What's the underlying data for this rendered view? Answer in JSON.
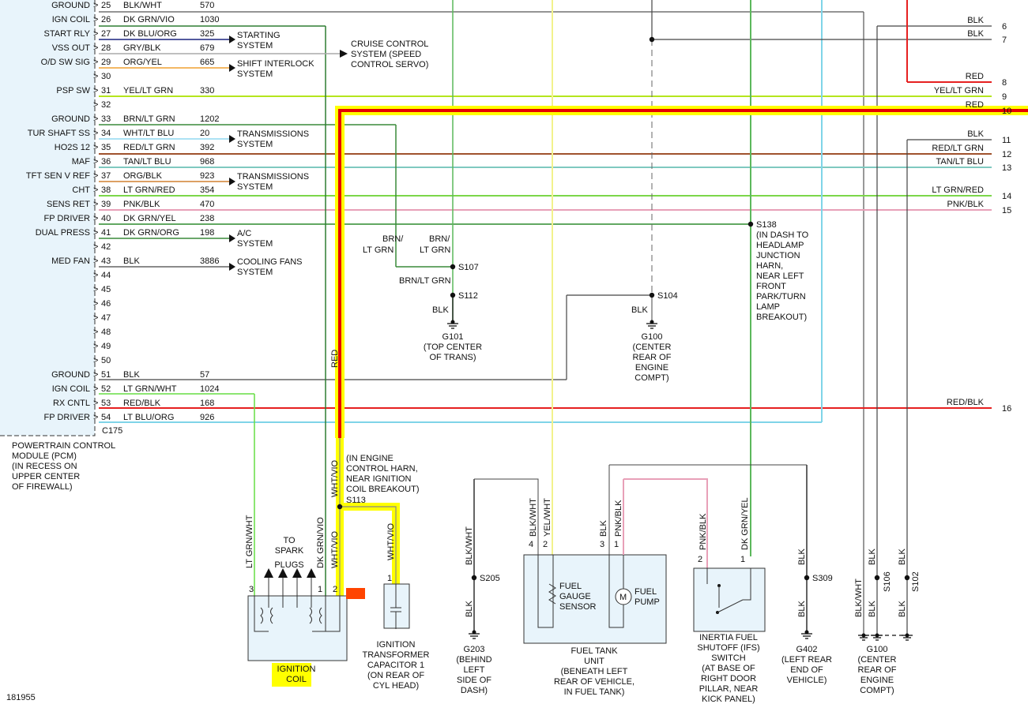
{
  "pcm": {
    "label_lines": [
      "POWERTRAIN CONTROL",
      "MODULE (PCM)",
      "(IN RECESS ON",
      "UPPER CENTER",
      "OF FIREWALL)"
    ],
    "connector": "C175",
    "pins": [
      {
        "pin": "25",
        "signal": "GROUND",
        "wire": "BLK/WHT",
        "circuit": "570"
      },
      {
        "pin": "26",
        "signal": "IGN COIL",
        "wire": "DK GRN/VIO",
        "circuit": "1030"
      },
      {
        "pin": "27",
        "signal": "START RLY",
        "wire": "DK BLU/ORG",
        "circuit": "325"
      },
      {
        "pin": "28",
        "signal": "VSS OUT",
        "wire": "GRY/BLK",
        "circuit": "679"
      },
      {
        "pin": "29",
        "signal": "O/D SW SIG",
        "wire": "ORG/YEL",
        "circuit": "665"
      },
      {
        "pin": "30",
        "signal": "",
        "wire": "",
        "circuit": ""
      },
      {
        "pin": "31",
        "signal": "PSP SW",
        "wire": "YEL/LT GRN",
        "circuit": "330"
      },
      {
        "pin": "32",
        "signal": "",
        "wire": "",
        "circuit": ""
      },
      {
        "pin": "33",
        "signal": "GROUND",
        "wire": "BRN/LT GRN",
        "circuit": "1202"
      },
      {
        "pin": "34",
        "signal": "TUR SHAFT SS",
        "wire": "WHT/LT BLU",
        "circuit": "20"
      },
      {
        "pin": "35",
        "signal": "HO2S 12",
        "wire": "RED/LT GRN",
        "circuit": "392"
      },
      {
        "pin": "36",
        "signal": "MAF",
        "wire": "TAN/LT BLU",
        "circuit": "968"
      },
      {
        "pin": "37",
        "signal": "TFT SEN V REF",
        "wire": "ORG/BLK",
        "circuit": "923"
      },
      {
        "pin": "38",
        "signal": "CHT",
        "wire": "LT GRN/RED",
        "circuit": "354"
      },
      {
        "pin": "39",
        "signal": "SENS RET",
        "wire": "PNK/BLK",
        "circuit": "470"
      },
      {
        "pin": "40",
        "signal": "FP DRIVER",
        "wire": "DK GRN/YEL",
        "circuit": "238"
      },
      {
        "pin": "41",
        "signal": "DUAL PRESS",
        "wire": "DK GRN/ORG",
        "circuit": "198"
      },
      {
        "pin": "42",
        "signal": "",
        "wire": "",
        "circuit": ""
      },
      {
        "pin": "43",
        "signal": "MED FAN",
        "wire": "BLK",
        "circuit": "3886"
      },
      {
        "pin": "44",
        "signal": "",
        "wire": "",
        "circuit": ""
      },
      {
        "pin": "45",
        "signal": "",
        "wire": "",
        "circuit": ""
      },
      {
        "pin": "46",
        "signal": "",
        "wire": "",
        "circuit": ""
      },
      {
        "pin": "47",
        "signal": "",
        "wire": "",
        "circuit": ""
      },
      {
        "pin": "48",
        "signal": "",
        "wire": "",
        "circuit": ""
      },
      {
        "pin": "49",
        "signal": "",
        "wire": "",
        "circuit": ""
      },
      {
        "pin": "50",
        "signal": "",
        "wire": "",
        "circuit": ""
      },
      {
        "pin": "51",
        "signal": "GROUND",
        "wire": "BLK",
        "circuit": "57"
      },
      {
        "pin": "52",
        "signal": "IGN COIL",
        "wire": "LT GRN/WHT",
        "circuit": "1024"
      },
      {
        "pin": "53",
        "signal": "RX CNTL",
        "wire": "RED/BLK",
        "circuit": "168"
      },
      {
        "pin": "54",
        "signal": "FP DRIVER",
        "wire": "LT BLU/ORG",
        "circuit": "926"
      }
    ]
  },
  "systems": {
    "starting": [
      "STARTING",
      "SYSTEM"
    ],
    "cruise": [
      "CRUISE CONTROL",
      "SYSTEM (SPEED",
      "CONTROL SERVO)"
    ],
    "shift_interlock": [
      "SHIFT INTERLOCK",
      "SYSTEM"
    ],
    "trans_1": [
      "TRANSMISSIONS",
      "SYSTEM"
    ],
    "trans_2": [
      "TRANSMISSIONS",
      "SYSTEM"
    ],
    "ac": [
      "A/C",
      "SYSTEM"
    ],
    "fans": [
      "COOLING FANS",
      "SYSTEM"
    ]
  },
  "right_edge": [
    {
      "ref": "6",
      "wire": "BLK"
    },
    {
      "ref": "7",
      "wire": "BLK"
    },
    {
      "ref": "8",
      "wire": "RED"
    },
    {
      "ref": "9",
      "wire": "YEL/LT GRN"
    },
    {
      "ref": "10",
      "wire": "RED"
    },
    {
      "ref": "11",
      "wire": "BLK"
    },
    {
      "ref": "12",
      "wire": "RED/LT GRN"
    },
    {
      "ref": "13",
      "wire": "TAN/LT BLU"
    },
    {
      "ref": "14",
      "wire": "LT GRN/RED"
    },
    {
      "ref": "15",
      "wire": "PNK/BLK"
    },
    {
      "ref": "16",
      "wire": "RED/BLK"
    }
  ],
  "splices": {
    "s107": "S107",
    "s112": "S112",
    "s104": "S104",
    "s138": "S138",
    "s113": "S113",
    "s205": "S205",
    "s309": "S309",
    "s106": "S106",
    "s102": "S102"
  },
  "labels": {
    "brn_lt_grn_a": [
      "BRN/",
      "LT GRN"
    ],
    "brn_lt_grn_b": [
      "BRN/",
      "LT GRN"
    ],
    "brn_lt_grn_c": "BRN/LT GRN",
    "blk": "BLK",
    "red": "RED",
    "wht_vio": "WHT/VIO",
    "lt_grn_wht": "LT GRN/WHT",
    "dk_grn_vio": "DK GRN/VIO",
    "blk_wht": "BLK/WHT",
    "yel_wht": "YEL/WHT",
    "pnk_blk": "PNK/BLK",
    "dk_grn_yel": "DK GRN/YEL"
  },
  "grounds": {
    "g101": [
      "G101",
      "(TOP CENTER",
      "OF TRANS)"
    ],
    "g100a": [
      "G100",
      "(CENTER",
      "REAR OF",
      "ENGINE",
      "COMPT)"
    ],
    "g203": [
      "G203",
      "(BEHIND",
      "LEFT",
      "SIDE OF",
      "DASH)"
    ],
    "g402": [
      "G402",
      "(LEFT REAR",
      "END OF",
      "VEHICLE)"
    ],
    "g100b": [
      "G100",
      "(CENTER",
      "REAR OF",
      "ENGINE",
      "COMPT)"
    ]
  },
  "notes": {
    "s138": [
      "(IN DASH TO",
      "HEADLAMP",
      "JUNCTION",
      "HARN,",
      "NEAR LEFT",
      "FRONT",
      "PARK/TURN",
      "LAMP",
      "BREAKOUT)"
    ],
    "s113": [
      "(IN ENGINE",
      "CONTROL HARN,",
      "NEAR IGNITION",
      "COIL BREAKOUT)"
    ]
  },
  "components": {
    "ignition_coil": [
      "IGNITION",
      "COIL"
    ],
    "to_spark": [
      "TO",
      "SPARK"
    ],
    "plugs": "PLUGS",
    "capacitor": [
      "IGNITION",
      "TRANSFORMER",
      "CAPACITOR 1",
      "(ON REAR OF",
      "CYL HEAD)"
    ],
    "fuel_tank": [
      "FUEL TANK",
      "UNIT",
      "(BENEATH LEFT",
      "REAR OF VEHICLE,",
      "IN FUEL TANK)"
    ],
    "gauge": [
      "FUEL",
      "GAUGE",
      "SENSOR"
    ],
    "pump": [
      "FUEL",
      "PUMP"
    ],
    "motor": "M",
    "ifs": [
      "INERTIA FUEL",
      "SHUTOFF (IFS)",
      "SWITCH",
      "(AT BASE OF",
      "RIGHT DOOR",
      "PILLAR, NEAR",
      "KICK PANEL)"
    ]
  },
  "figure_id": "181955",
  "colors": {
    "highlight": "#ffff00",
    "red": "#e60000",
    "marker": "#ff4400"
  }
}
